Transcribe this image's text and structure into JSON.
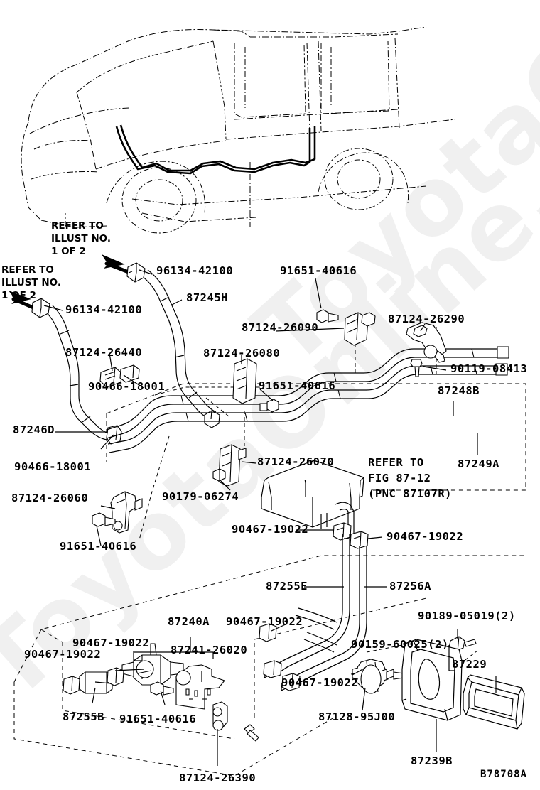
{
  "diagram": {
    "code": "B78708A",
    "watermark": "ToyotaOnline.ru",
    "refer_notes": [
      {
        "id": "refer-top-left",
        "lines": [
          "REFER TO",
          "ILLUST NO.",
          "1 OF 2"
        ]
      },
      {
        "id": "refer-far-left",
        "lines": [
          "REFER TO",
          "ILLUST NO.",
          "1 OF 2"
        ]
      }
    ],
    "refer_fig": {
      "line1": "REFER TO",
      "line2": "FIG 87-12",
      "line3": "(PNC 87107R)"
    }
  },
  "labels": [
    {
      "id": "l-96134-42100-a",
      "text": "96134-42100"
    },
    {
      "id": "l-87245H",
      "text": "87245H"
    },
    {
      "id": "l-91651-40616-a",
      "text": "91651-40616"
    },
    {
      "id": "l-87124-26290",
      "text": "87124-26290"
    },
    {
      "id": "l-87124-26090",
      "text": "87124-26090"
    },
    {
      "id": "l-96134-42100-b",
      "text": "96134-42100"
    },
    {
      "id": "l-87124-26440",
      "text": "87124-26440"
    },
    {
      "id": "l-87124-26080",
      "text": "87124-26080"
    },
    {
      "id": "l-90119-08413",
      "text": "90119-08413"
    },
    {
      "id": "l-91651-40616-b",
      "text": "91651-40616"
    },
    {
      "id": "l-90466-18001-a",
      "text": "90466-18001"
    },
    {
      "id": "l-87248B",
      "text": "87248B"
    },
    {
      "id": "l-87246D",
      "text": "87246D"
    },
    {
      "id": "l-90466-18001-b",
      "text": "90466-18001"
    },
    {
      "id": "l-87124-26070",
      "text": "87124-26070"
    },
    {
      "id": "l-87249A",
      "text": "87249A"
    },
    {
      "id": "l-87124-26060",
      "text": "87124-26060"
    },
    {
      "id": "l-90179-06274",
      "text": "90179-06274"
    },
    {
      "id": "l-91651-40616-c",
      "text": "91651-40616"
    },
    {
      "id": "l-90467-19022-a",
      "text": "90467-19022"
    },
    {
      "id": "l-90467-19022-b",
      "text": "90467-19022"
    },
    {
      "id": "l-87255E",
      "text": "87255E"
    },
    {
      "id": "l-87256A",
      "text": "87256A"
    },
    {
      "id": "l-90467-19022-c",
      "text": "90467-19022"
    },
    {
      "id": "l-90189-05019",
      "text": "90189-05019(2)"
    },
    {
      "id": "l-87240A",
      "text": "87240A"
    },
    {
      "id": "l-90467-19022-d",
      "text": "90467-19022"
    },
    {
      "id": "l-90159-60025",
      "text": "90159-60025(2)"
    },
    {
      "id": "l-90467-19022-e",
      "text": "90467-19022"
    },
    {
      "id": "l-87241-26020",
      "text": "87241-26020"
    },
    {
      "id": "l-87229",
      "text": "87229"
    },
    {
      "id": "l-90467-19022-f",
      "text": "90467-19022"
    },
    {
      "id": "l-87255B",
      "text": "87255B"
    },
    {
      "id": "l-91651-40616-d",
      "text": "91651-40616"
    },
    {
      "id": "l-87128-95J00",
      "text": "87128-95J00"
    },
    {
      "id": "l-87239B",
      "text": "87239B"
    },
    {
      "id": "l-87124-26390",
      "text": "87124-26390"
    }
  ],
  "colors": {
    "ink": "#000000",
    "paper": "#ffffff",
    "watermark": "#f0f0f0"
  }
}
